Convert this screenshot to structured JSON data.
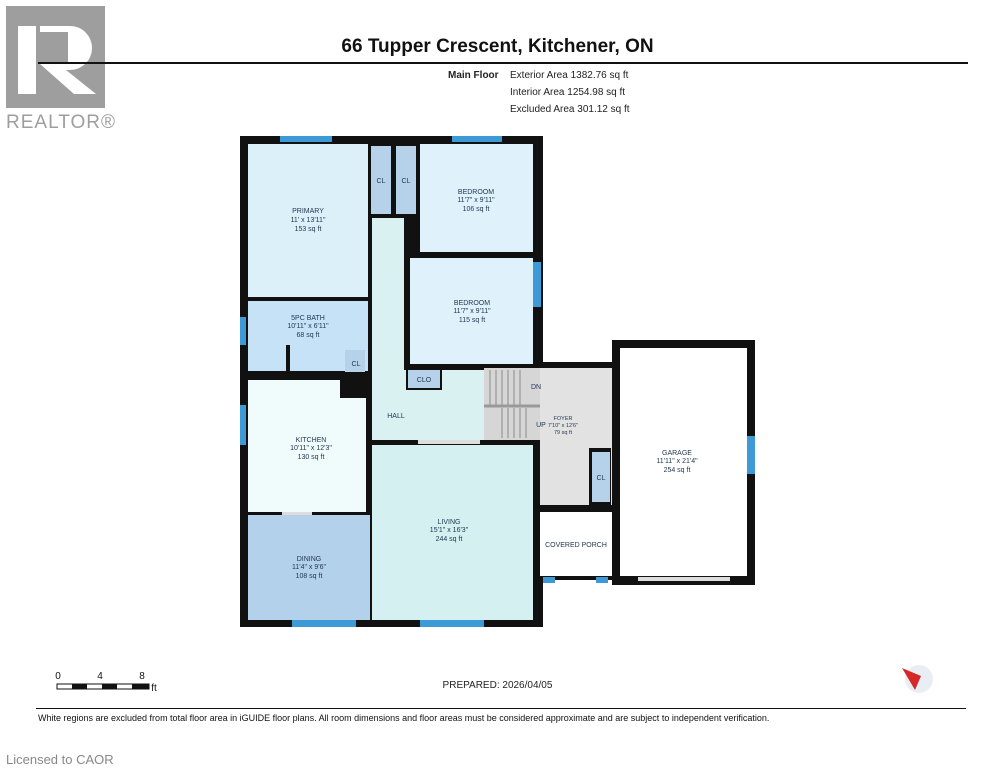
{
  "header": {
    "title": "66 Tupper Crescent, Kitchener, ON",
    "floor_label": "Main Floor",
    "exterior_area": "Exterior Area 1382.76 sq ft",
    "interior_area": "Interior Area 1254.98 sq ft",
    "excluded_area": "Excluded Area 301.12 sq ft"
  },
  "logo": {
    "text": "REALTOR®"
  },
  "rooms": {
    "primary": {
      "name": "PRIMARY",
      "dims": "11' x 13'11\"",
      "area": "153 sq ft"
    },
    "bedroom1": {
      "name": "BEDROOM",
      "dims": "11'7\" x 9'11\"",
      "area": "106 sq ft"
    },
    "bedroom2": {
      "name": "BEDROOM",
      "dims": "11'7\" x 9'11\"",
      "area": "115 sq ft"
    },
    "bath": {
      "name": "5PC BATH",
      "dims": "10'11\" x 6'11\"",
      "area": "68 sq ft"
    },
    "kitchen": {
      "name": "KITCHEN",
      "dims": "10'11\" x 12'3\"",
      "area": "130 sq ft"
    },
    "dining": {
      "name": "DINING",
      "dims": "11'4\" x 9'6\"",
      "area": "108 sq ft"
    },
    "living": {
      "name": "LIVING",
      "dims": "15'1\" x 16'3\"",
      "area": "244 sq ft"
    },
    "foyer": {
      "name": "FOYER",
      "dims": "7'10\" x 12'6\"",
      "area": "79 sq ft"
    },
    "garage": {
      "name": "GARAGE",
      "dims": "11'11\" x 21'4\"",
      "area": "254 sq ft"
    },
    "hall": {
      "name": "HALL"
    },
    "porch": {
      "name": "COVERED PORCH"
    },
    "cl": "CL",
    "clo": "CLO",
    "dn": "DN",
    "up": "UP"
  },
  "scale": {
    "labels": [
      "0",
      "4",
      "8"
    ],
    "unit": "ft"
  },
  "footer": {
    "prepared": "PREPARED: 2026/04/05",
    "disclaimer": "White regions are excluded from total floor area in iGUIDE floor plans. All room dimensions and floor areas must be considered approximate and are subject to independent verification.",
    "licensed": "Licensed to CAOR"
  },
  "colors": {
    "wall": "#111111",
    "window": "#3d9ad6",
    "bedroom": "#dff1fb",
    "closet": "#b5d2ea",
    "hall": "#d9f1f0",
    "dining": "#b3d1ea",
    "foyer": "#e2e2e2"
  }
}
